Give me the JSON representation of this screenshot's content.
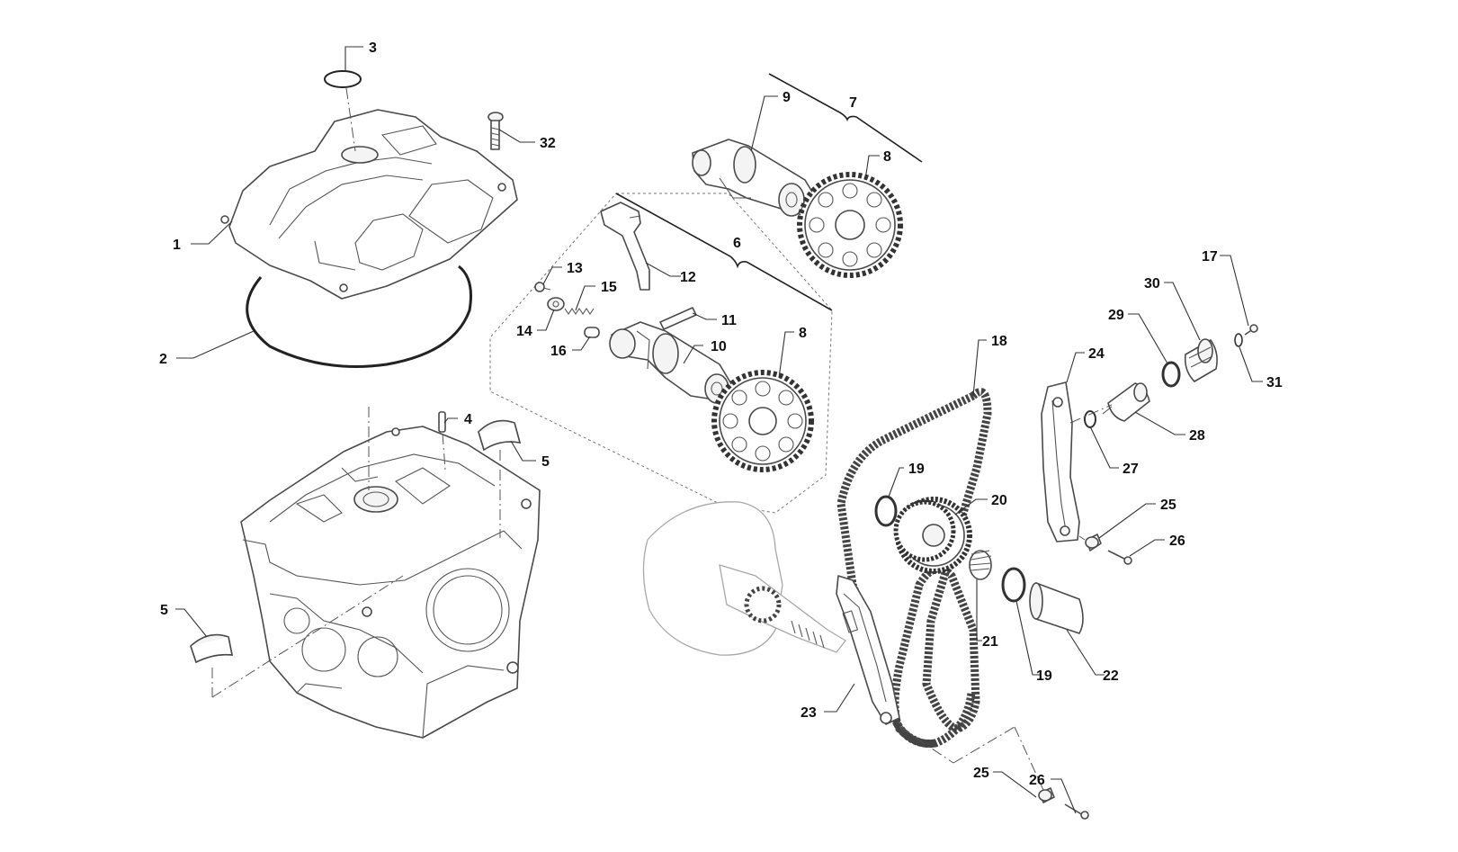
{
  "callouts": {
    "c1": "1",
    "c2": "2",
    "c3": "3",
    "c4": "4",
    "c5a": "5",
    "c5b": "5",
    "c6": "6",
    "c7": "7",
    "c8a": "8",
    "c8b": "8",
    "c9": "9",
    "c10": "10",
    "c11": "11",
    "c12": "12",
    "c13": "13",
    "c14": "14",
    "c15": "15",
    "c16": "16",
    "c17": "17",
    "c18": "18",
    "c19a": "19",
    "c19b": "19",
    "c20": "20",
    "c21": "21",
    "c22": "22",
    "c23": "23",
    "c24": "24",
    "c25a": "25",
    "c25b": "25",
    "c26a": "26",
    "c26b": "26",
    "c27": "27",
    "c28": "28",
    "c29": "29",
    "c30": "30",
    "c31": "31",
    "c32": "32"
  },
  "colors": {
    "line": "#4a4a4a",
    "ghost": "#a8a8a8",
    "text": "#111111"
  }
}
